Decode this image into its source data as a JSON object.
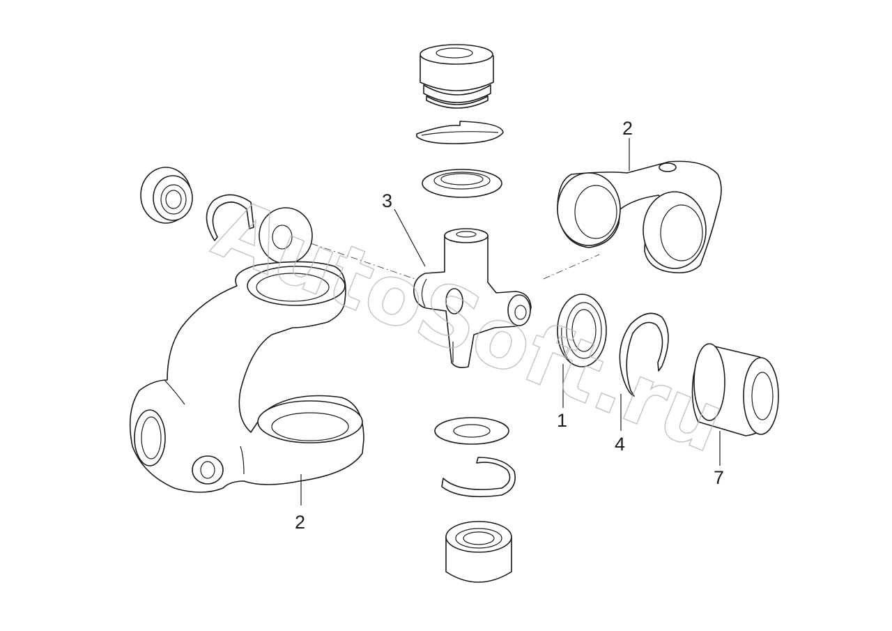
{
  "watermark": "AutoSoft.ru",
  "callouts": [
    {
      "id": "part-1",
      "label": "1"
    },
    {
      "id": "part-2-left",
      "label": "2"
    },
    {
      "id": "part-2-right",
      "label": "2"
    },
    {
      "id": "part-3",
      "label": "3"
    },
    {
      "id": "part-4",
      "label": "4"
    },
    {
      "id": "part-7",
      "label": "7"
    }
  ],
  "colors": {
    "line": "#1a1a1a",
    "background": "#ffffff",
    "watermark": "#b8b8b8"
  }
}
